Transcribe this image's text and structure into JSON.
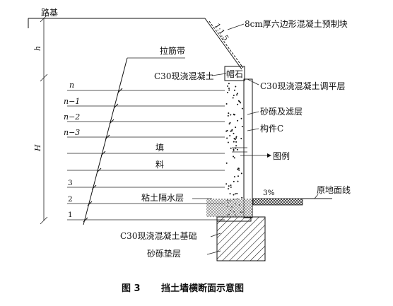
{
  "labels": {
    "roadbed": "路基",
    "slope": "1:1.5",
    "hex_block": "8cm厚六边形混凝土预制块",
    "h_dim": "h",
    "H_dim": "H",
    "reinforcement": "拉筋带",
    "c30_cast": "C30现浇混凝土",
    "cap_stone": "帽石",
    "c30_leveling": "C30现浇混凝土调平层",
    "gravel_filter": "砂砾及滤层",
    "component_c": "构件C",
    "fill_1": "填",
    "fill_2": "料",
    "legend": "图例",
    "clay_layer": "粘土隔水层",
    "percent": "3%",
    "ground_line": "原地面线",
    "c30_foundation": "C30现浇混凝土基础",
    "gravel_cushion": "砂砾垫层"
  },
  "layers": [
    "n",
    "n−1",
    "n−2",
    "n−3",
    "3",
    "2",
    "1"
  ],
  "caption": {
    "number": "图 3",
    "title": "挡土墙横断面示意图"
  }
}
